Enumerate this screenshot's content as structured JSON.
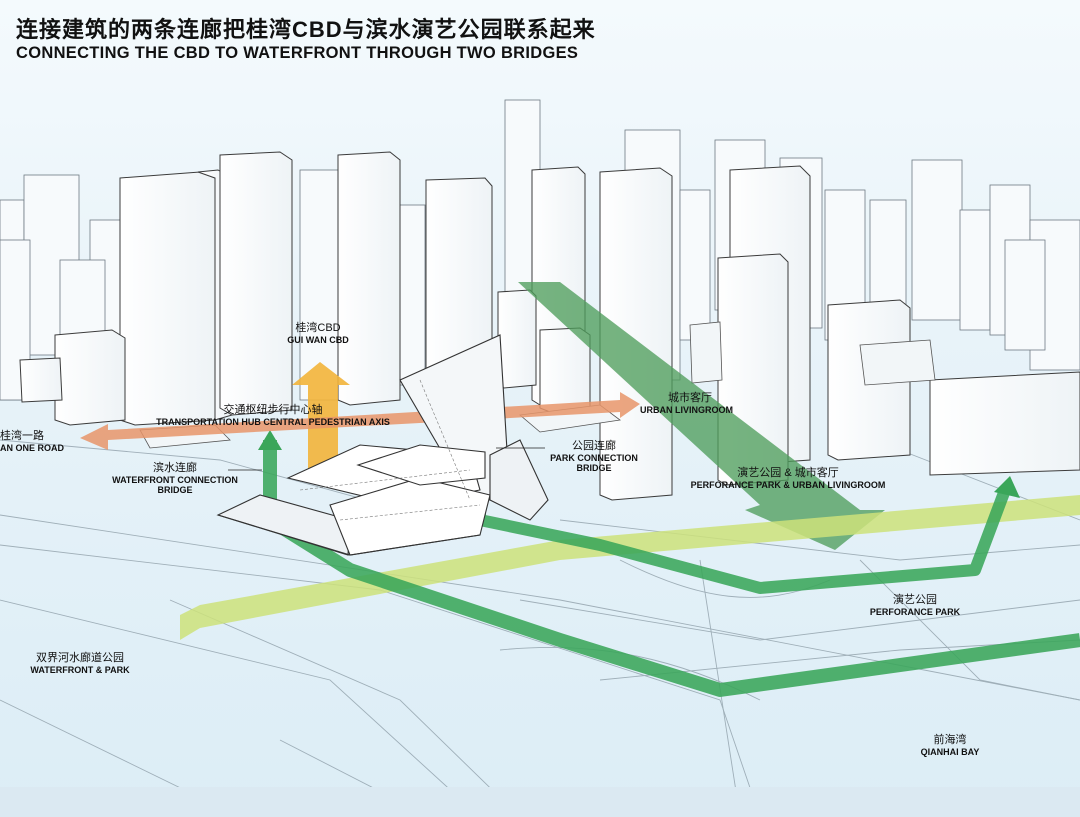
{
  "title": {
    "cn": "连接建筑的两条连廊把桂湾CBD与滨水演艺公园联系起来",
    "en": "CONNECTING THE CBD TO WATERFRONT THROUGH TWO BRIDGES"
  },
  "labels": {
    "gui_wan_cbd": {
      "cn": "桂湾CBD",
      "en": "GUI WAN CBD"
    },
    "urban_livingroom": {
      "cn": "城市客厅",
      "en": "URBAN LIVINGROOM"
    },
    "transport_axis": {
      "cn": "交通枢纽步行中心轴",
      "en": "TRANSPORTATION HUB CENTRAL PEDESTRIAN AXIS"
    },
    "one_road": {
      "cn": "桂湾一路",
      "en": "AN ONE ROAD"
    },
    "waterfront_bridge": {
      "cn": "滨水连廊",
      "en1": "WATERFRONT CONNECTION",
      "en2": "BRIDGE"
    },
    "park_bridge": {
      "cn": "公园连廊",
      "en1": "PARK CONNECTION",
      "en2": "BRIDGE"
    },
    "perf_urban": {
      "cn": "演艺公园 & 城市客厅",
      "en": "PERFORANCE PARK & URBAN LIVINGROOM"
    },
    "perf_park": {
      "cn": "演艺公园",
      "en": "PERFORANCE PARK"
    },
    "waterfront_park": {
      "cn": "双界河水廊道公园",
      "en": "WATERFRONT & PARK"
    },
    "qianhai_bay": {
      "cn": "前海湾",
      "en": "QIANHAI BAY"
    }
  },
  "colors": {
    "orange_axis": "#e8956a",
    "yellow_arrow": "#f2b43a",
    "green_path": "#3aa65a",
    "light_green_band": "#cde27a",
    "dark_green_corridor": "#4f9e5c",
    "building_line": "#3b3b3b"
  }
}
